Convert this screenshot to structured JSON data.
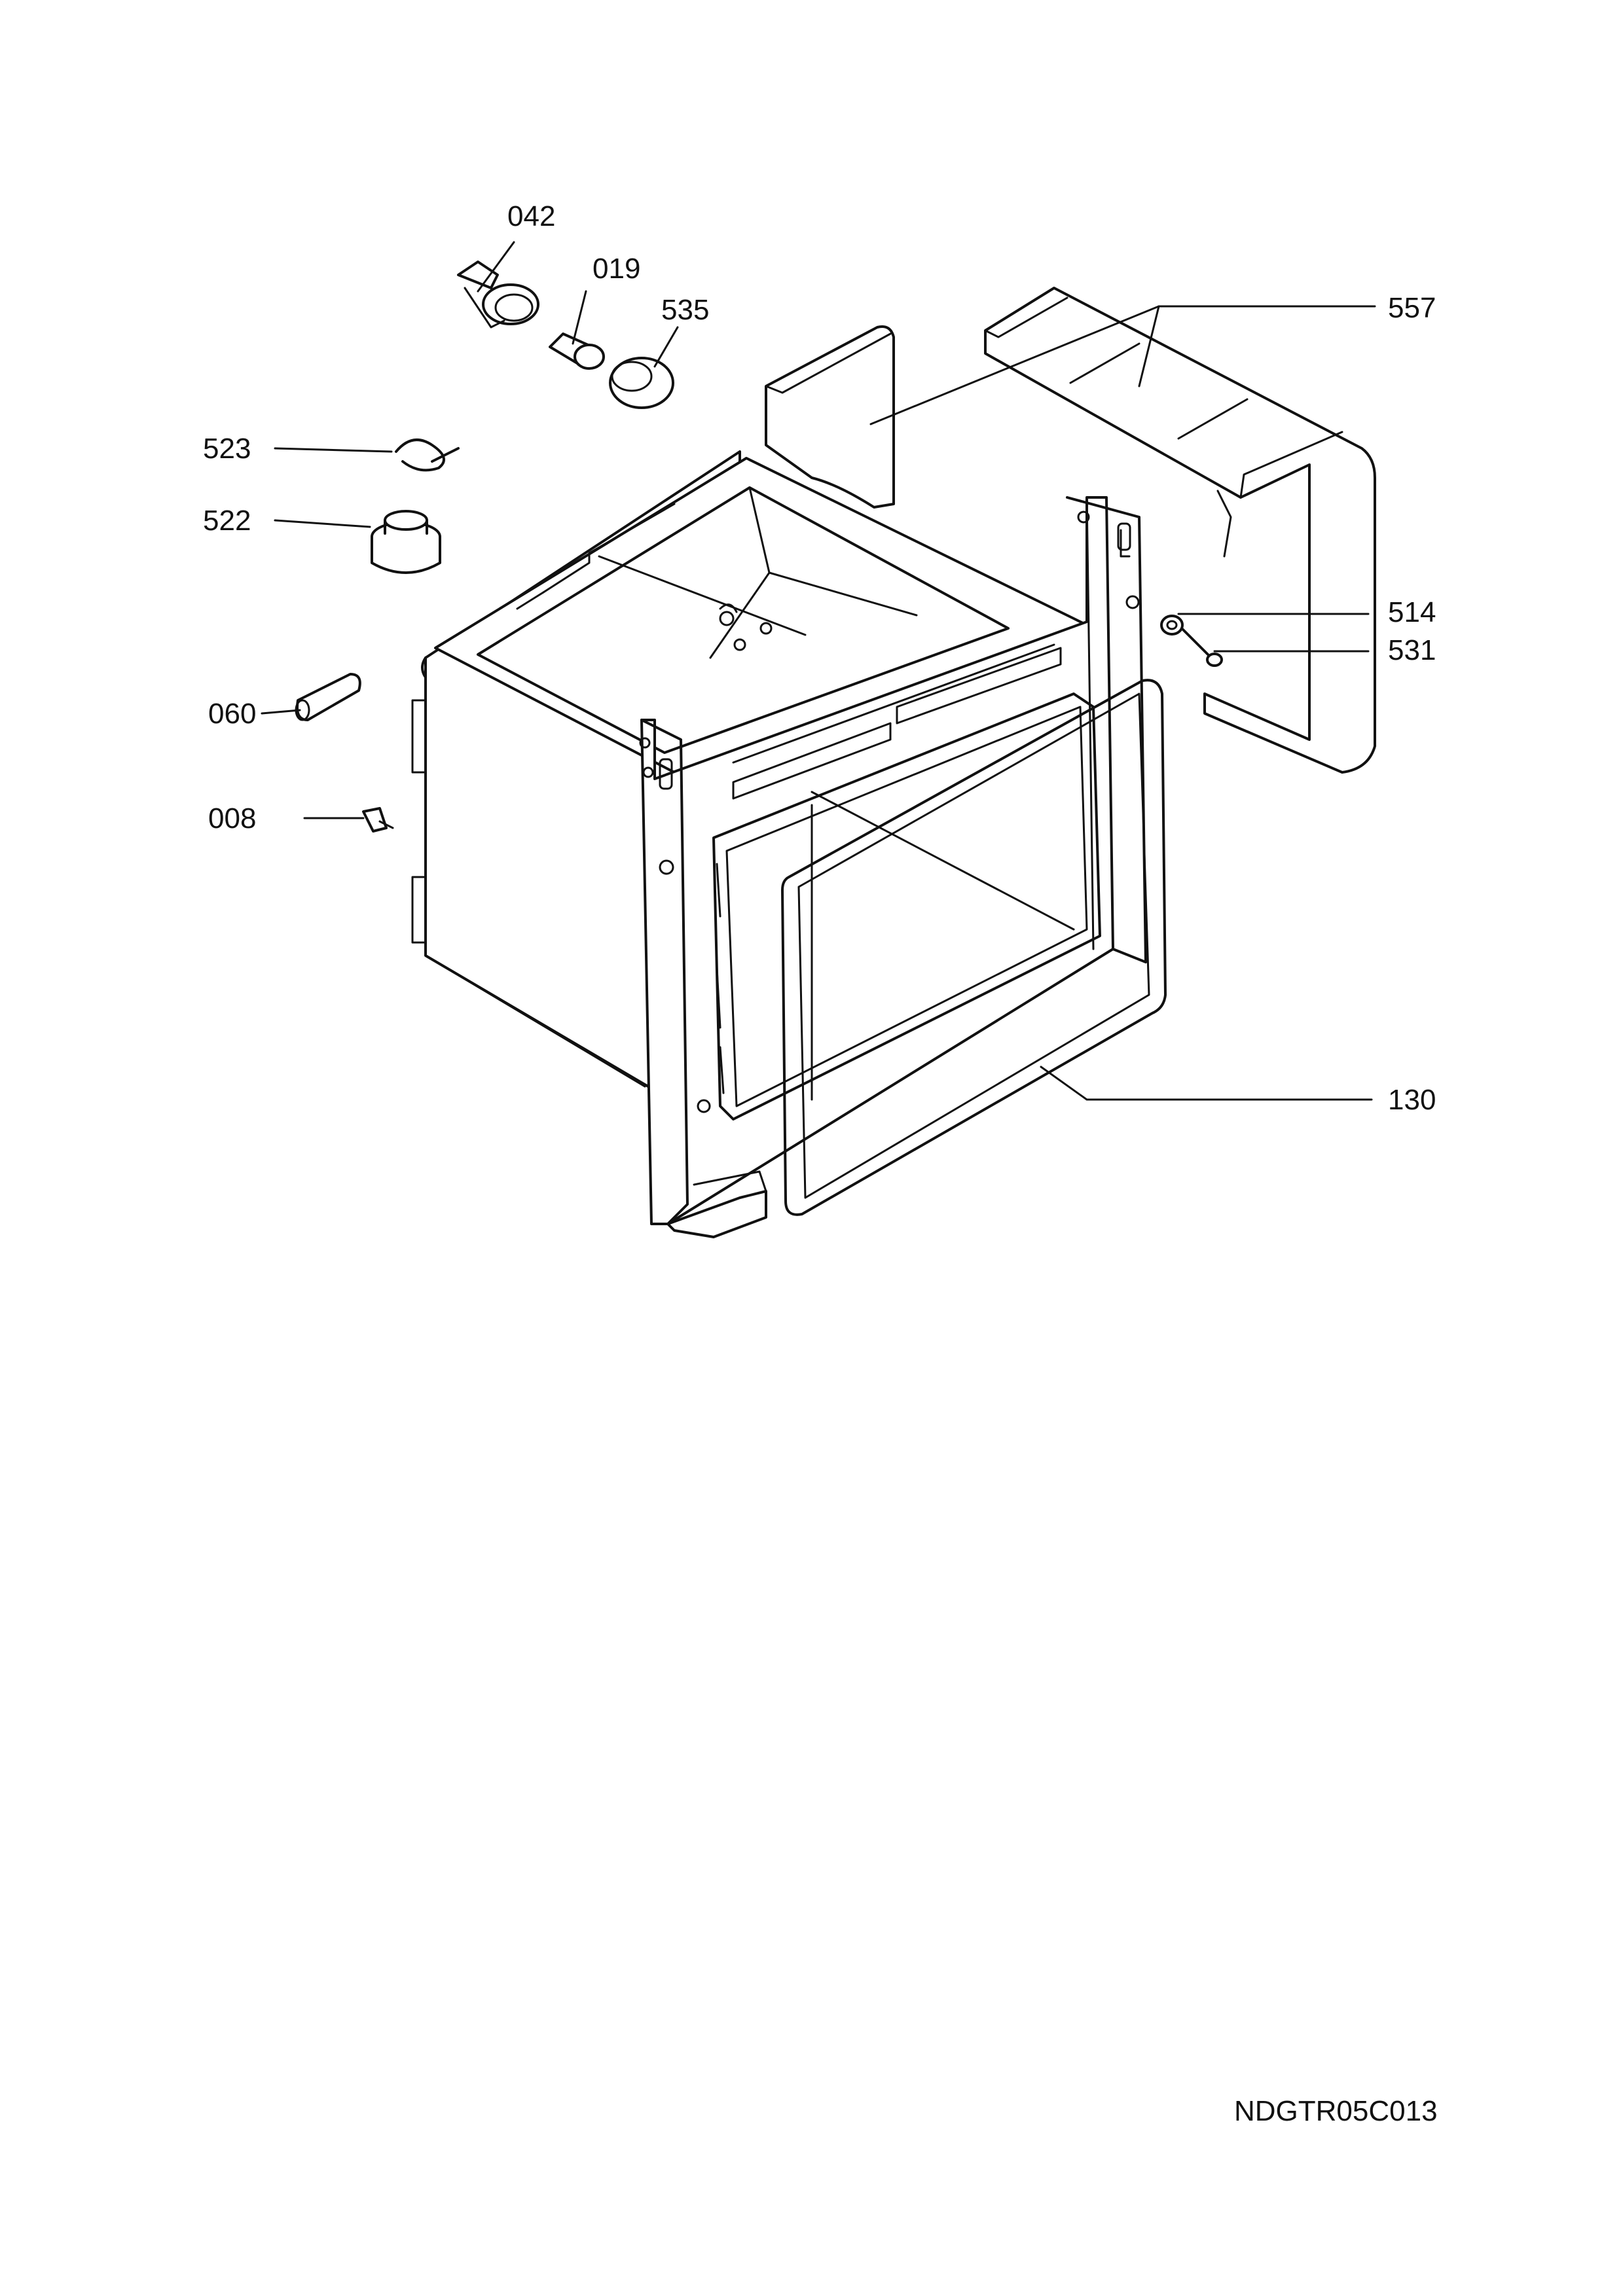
{
  "drawing": {
    "reference_code": "NDGTR05C013",
    "parts": [
      {
        "number": "042"
      },
      {
        "number": "019"
      },
      {
        "number": "535"
      },
      {
        "number": "557"
      },
      {
        "number": "523"
      },
      {
        "number": "522"
      },
      {
        "number": "514"
      },
      {
        "number": "531"
      },
      {
        "number": "060"
      },
      {
        "number": "008"
      },
      {
        "number": "130"
      }
    ]
  }
}
